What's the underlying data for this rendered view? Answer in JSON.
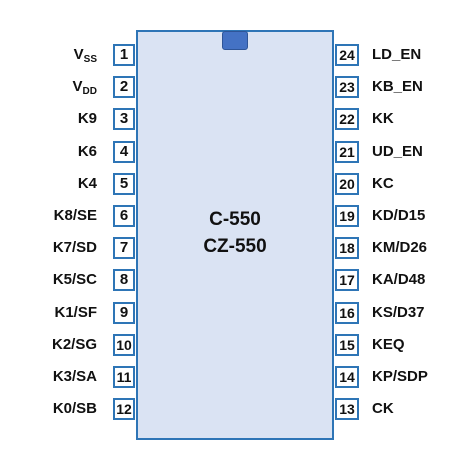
{
  "chip": {
    "part_number_1": "C-550",
    "part_number_2": "CZ-550",
    "left_pins": [
      {
        "num": "1",
        "name_main": "V",
        "name_sub": "SS"
      },
      {
        "num": "2",
        "name_main": "V",
        "name_sub": "DD"
      },
      {
        "num": "3",
        "name_main": "K9",
        "name_sub": ""
      },
      {
        "num": "4",
        "name_main": "K6",
        "name_sub": ""
      },
      {
        "num": "5",
        "name_main": "K4",
        "name_sub": ""
      },
      {
        "num": "6",
        "name_main": "K8/SE",
        "name_sub": ""
      },
      {
        "num": "7",
        "name_main": "K7/SD",
        "name_sub": ""
      },
      {
        "num": "8",
        "name_main": "K5/SC",
        "name_sub": ""
      },
      {
        "num": "9",
        "name_main": "K1/SF",
        "name_sub": ""
      },
      {
        "num": "10",
        "name_main": "K2/SG",
        "name_sub": ""
      },
      {
        "num": "11",
        "name_main": "K3/SA",
        "name_sub": ""
      },
      {
        "num": "12",
        "name_main": "K0/SB",
        "name_sub": ""
      }
    ],
    "right_pins": [
      {
        "num": "24",
        "name": "LD_EN"
      },
      {
        "num": "23",
        "name": "KB_EN"
      },
      {
        "num": "22",
        "name": "KK"
      },
      {
        "num": "21",
        "name": "UD_EN"
      },
      {
        "num": "20",
        "name": "KC"
      },
      {
        "num": "19",
        "name": "KD/D15"
      },
      {
        "num": "18",
        "name": "KM/D26"
      },
      {
        "num": "17",
        "name": "KA/D48"
      },
      {
        "num": "16",
        "name": "KS/D37"
      },
      {
        "num": "15",
        "name": "KEQ"
      },
      {
        "num": "14",
        "name": "KP/SDP"
      },
      {
        "num": "13",
        "name": "CK"
      }
    ]
  },
  "colors": {
    "body_fill": "#dae3f3",
    "outline": "#2e75b6",
    "notch": "#4472c4"
  }
}
